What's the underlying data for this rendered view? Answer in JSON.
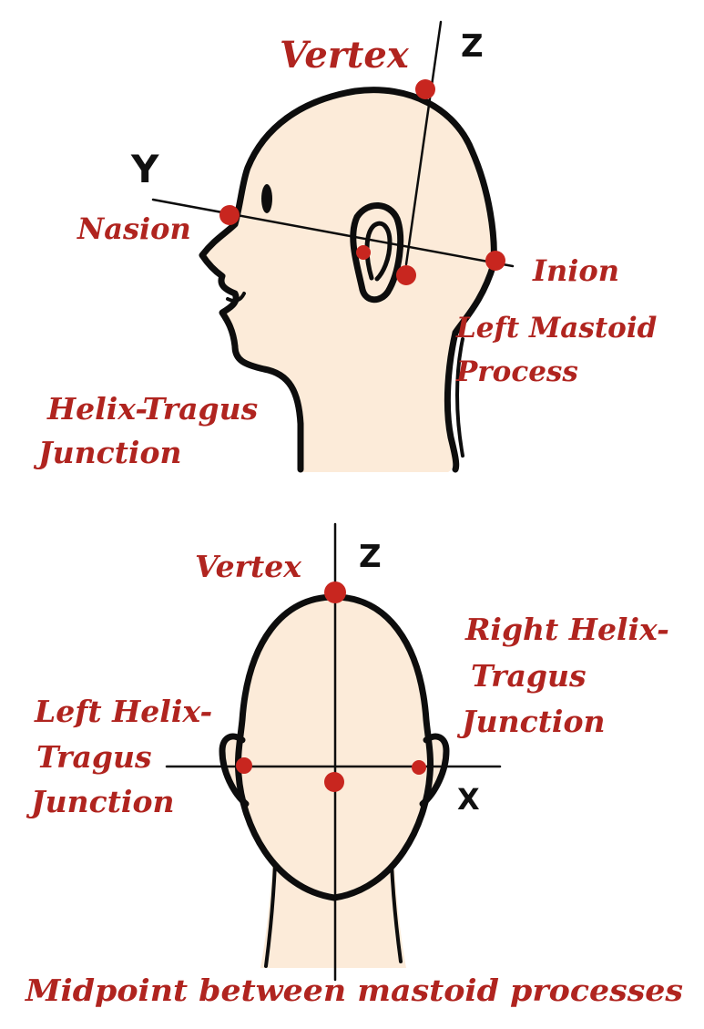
{
  "colors": {
    "label": "#b0241f",
    "dot": "#c8261f",
    "skin": "#fcebd9",
    "outline": "#0d0d0d"
  },
  "side_view": {
    "labels": {
      "vertex": "Vertex",
      "nasion": "Nasion",
      "inion": "Inion",
      "mastoid_line1": "Left Mastoid",
      "mastoid_line2": "Process",
      "helix_line1": "Helix-Tragus",
      "helix_line2": "Junction"
    },
    "axes": {
      "z": "Z",
      "y": "Y"
    }
  },
  "front_view": {
    "labels": {
      "vertex": "Vertex",
      "right_line1": "Right Helix-",
      "right_line2": "Tragus",
      "right_line3": "Junction",
      "left_line1": "Left Helix-",
      "left_line2": "Tragus",
      "left_line3": "Junction"
    },
    "axes": {
      "z": "Z",
      "x": "X"
    }
  },
  "caption": "Midpoint between mastoid processes"
}
